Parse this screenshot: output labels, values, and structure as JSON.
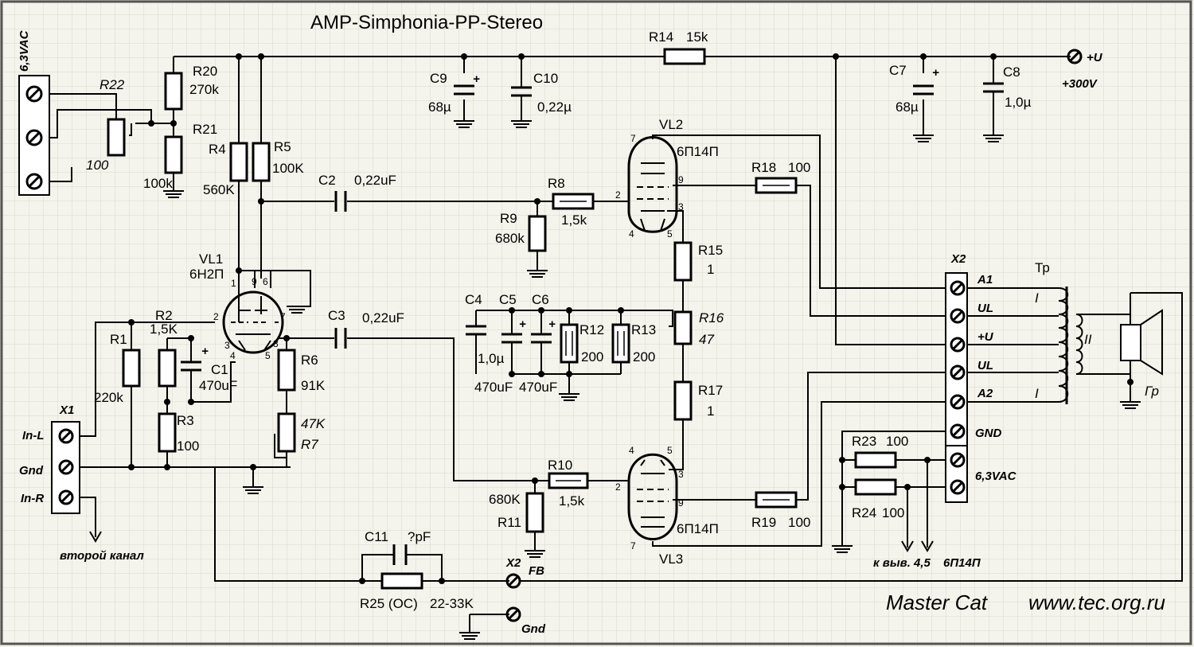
{
  "title": "AMP-Simphonia-PP-Stereo",
  "signature": {
    "author": "Master Cat",
    "site": "www.tec.org.ru"
  },
  "power": {
    "plus_u": "+U",
    "voltage": "+300V",
    "heater_label": "6,3VAC"
  },
  "resistors": {
    "R1": {
      "name": "R1",
      "value": "220k"
    },
    "R2": {
      "name": "R2",
      "value": "1,5K"
    },
    "R3": {
      "name": "R3",
      "value": "100"
    },
    "R4": {
      "name": "R4",
      "value": "560K"
    },
    "R5": {
      "name": "R5",
      "value": "100K"
    },
    "R6": {
      "name": "R6",
      "value": "91K"
    },
    "R7": {
      "name": "R7",
      "value": "47K"
    },
    "R8": {
      "name": "R8",
      "value": "1,5k"
    },
    "R9": {
      "name": "R9",
      "value": "680k"
    },
    "R10": {
      "name": "R10",
      "value": "1,5k"
    },
    "R11": {
      "name": "R11",
      "value": "680K"
    },
    "R12": {
      "name": "R12",
      "value": "200"
    },
    "R13": {
      "name": "R13",
      "value": "200"
    },
    "R14": {
      "name": "R14",
      "value": "15k"
    },
    "R15": {
      "name": "R15",
      "value": "1"
    },
    "R16": {
      "name": "R16",
      "value": "47"
    },
    "R17": {
      "name": "R17",
      "value": "1"
    },
    "R18": {
      "name": "R18",
      "value": "100"
    },
    "R19": {
      "name": "R19",
      "value": "100"
    },
    "R20": {
      "name": "R20",
      "value": "270k"
    },
    "R21": {
      "name": "R21",
      "value": "100k"
    },
    "R22": {
      "name": "R22",
      "value": "100"
    },
    "R23": {
      "name": "R23",
      "value": "100"
    },
    "R24": {
      "name": "R24",
      "value": "100"
    },
    "R25": {
      "name": "R25 (OC)",
      "value": "22-33K"
    }
  },
  "capacitors": {
    "C1": {
      "name": "C1",
      "value": "470uF"
    },
    "C2": {
      "name": "C2",
      "value": "0,22uF"
    },
    "C3": {
      "name": "C3",
      "value": "0,22uF"
    },
    "C4": {
      "name": "C4",
      "value": "1,0µ"
    },
    "C5": {
      "name": "C5",
      "value": "470uF"
    },
    "C6": {
      "name": "C6",
      "value": "470uF"
    },
    "C7": {
      "name": "C7",
      "value": "68µ"
    },
    "C8": {
      "name": "C8",
      "value": "1,0µ"
    },
    "C9": {
      "name": "C9",
      "value": "68µ"
    },
    "C10": {
      "name": "C10",
      "value": "0,22µ"
    },
    "C11": {
      "name": "C11",
      "value": "?pF"
    }
  },
  "tubes": {
    "VL1": {
      "name": "VL1",
      "type": "6Н2П"
    },
    "VL2": {
      "name": "VL2",
      "type": "6П14П"
    },
    "VL3": {
      "name": "VL3",
      "type": "6П14П"
    }
  },
  "connectors": {
    "X1": {
      "name": "X1",
      "pins": [
        "In-L",
        "Gnd",
        "In-R"
      ],
      "note": "второй канал"
    },
    "X2": {
      "name": "X2",
      "pins": [
        "A1",
        "UL",
        "+U",
        "UL",
        "A2",
        "GND",
        "6,3VAC"
      ]
    },
    "X2fb": {
      "name": "X2",
      "pin": "FB",
      "gnd": "Gnd"
    }
  },
  "transformer": {
    "name": "Тр",
    "primary": "I",
    "secondary": "II"
  },
  "speaker": {
    "name": "Гр"
  },
  "heater_note": {
    "label": "к выв. 4,5",
    "tube": "6П14П"
  },
  "pins": {
    "p1": "1",
    "p2": "2",
    "p3": "3",
    "p4": "4",
    "p5": "5",
    "p6": "6",
    "p7": "7",
    "p8": "8",
    "p9": "9"
  }
}
